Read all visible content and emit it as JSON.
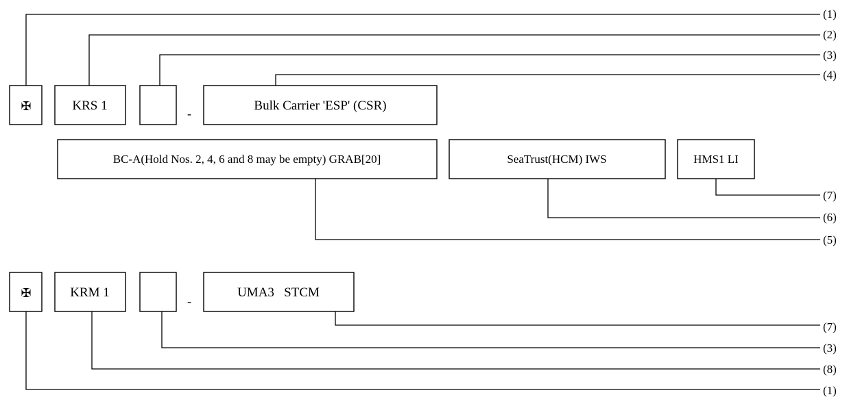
{
  "notation_1": {
    "mark": "✠",
    "class_notation": "KRS 1",
    "extra": "",
    "dash": "-",
    "ship_type": "Bulk Carrier 'ESP' (CSR)",
    "cargo": "BC-A(Hold Nos. 2, 4, 6 and 8 may be empty) GRAB[20]",
    "sea_trust": "SeaTrust(HCM) IWS",
    "hms": "HMS1 LI",
    "callouts": [
      "(1)",
      "(2)",
      "(3)",
      "(4)",
      "(7)",
      "(6)",
      "(5)"
    ]
  },
  "notation_2": {
    "mark": "✠",
    "class_notation": "KRM 1",
    "extra": "",
    "dash": "-",
    "machinery": "UMA3   STCM",
    "callouts": [
      "(7)",
      "(3)",
      "(8)",
      "(1)"
    ]
  }
}
